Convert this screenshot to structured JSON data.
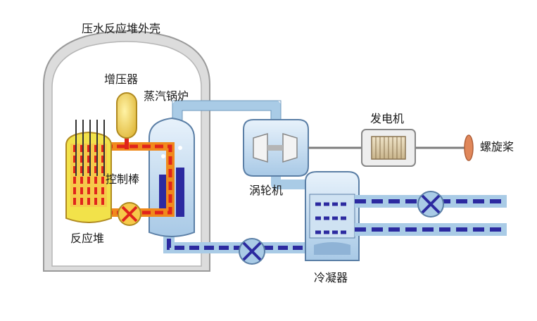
{
  "labels": {
    "containment": "压水反应堆外壳",
    "pressurizer": "增压器",
    "steam_generator": "蒸汽锅炉",
    "control_rods": "控制棒",
    "reactor": "反应堆",
    "turbine": "涡轮机",
    "generator": "发电机",
    "propeller": "螺旋桨",
    "condenser": "冷凝器"
  },
  "colors": {
    "containment_fill": "#dcdcdc",
    "steam_pipe": "#a9cbe6",
    "coolant_dash": "#2c2aa0",
    "primary_loop": "#f08a1c",
    "primary_dash": "#e0241c",
    "reactor_core": "#f2e24a",
    "pressurizer": "#f6e06a",
    "generator": "#d9c7a0",
    "propeller": "#e0875a"
  }
}
